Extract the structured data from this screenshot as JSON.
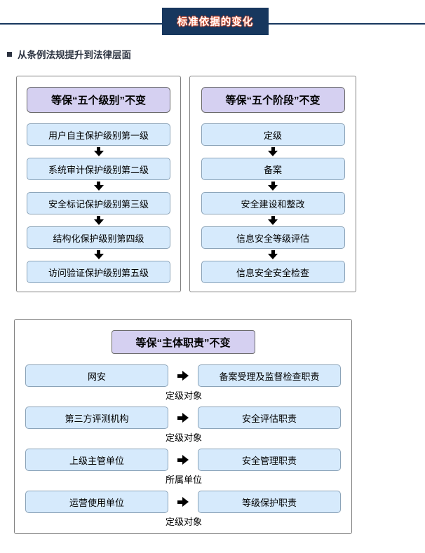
{
  "banner": {
    "title": "标准依据的变化"
  },
  "heading": {
    "text": "从条例法规提升到法律层面"
  },
  "colors": {
    "banner_bg": "#17375e",
    "banner_text": "#ffffff",
    "banner_text_fringe": "#e8502a",
    "divider_rule": "#17375e",
    "panel_border": "#808080",
    "title_box_bg": "#d5d0f1",
    "title_box_border": "#6b6b6b",
    "step_box_bg": "#d6eafc",
    "step_box_border": "#8ba3b8",
    "arrow": "#000000",
    "heading_text": "#2d3442"
  },
  "panels": [
    {
      "title": "等保“五个级别”不变",
      "items": [
        "用户自主保护级别第一级",
        "系统审计保护级别第二级",
        "安全标记保护级别第三级",
        "结构化保护级别第四级",
        "访问验证保护级别第五级"
      ]
    },
    {
      "title": "等保“五个阶段”不变",
      "items": [
        "定级",
        "备案",
        "安全建设和整改",
        "信息安全等级评估",
        "信息安全安全检查"
      ]
    }
  ],
  "duties": {
    "title": "等保“主体职责”不变",
    "rows": [
      {
        "left": "网安",
        "right": "备案受理及监督检查职责",
        "caption": "定级对象"
      },
      {
        "left": "第三方评测机构",
        "right": "安全评估职责",
        "caption": "定级对象"
      },
      {
        "left": "上级主管单位",
        "right": "安全管理职责",
        "caption": "所属单位"
      },
      {
        "left": "运营使用单位",
        "right": "等级保护职责",
        "caption": "定级对象"
      }
    ]
  }
}
